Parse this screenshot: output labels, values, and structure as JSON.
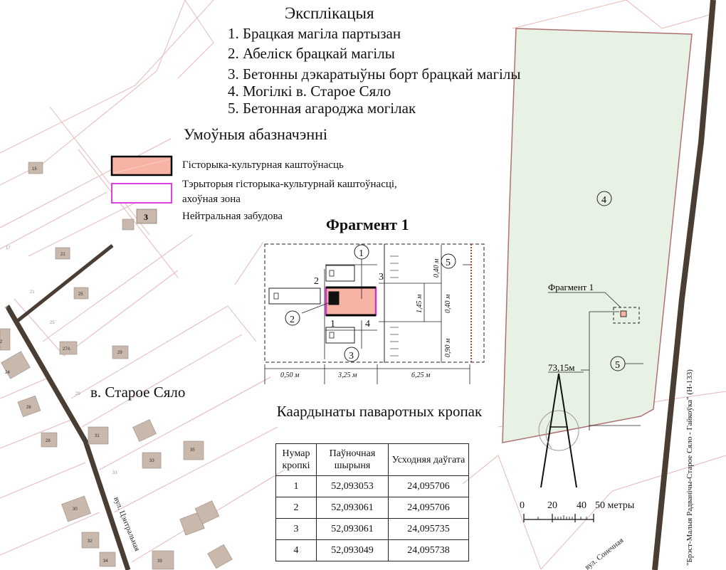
{
  "explication": {
    "title": "Эксплікацыя",
    "items": [
      "1.  Брацкая магіла партызан",
      "2.  Абеліск брацкай магілы",
      "3.  Бетонны дэкаратыўны борт брацкай магілы",
      "4.  Могілкі в. Старое Сяло",
      "5.  Бетонная агароджа могілак"
    ]
  },
  "legend": {
    "title": "Умоўныя абазначэнні",
    "items": [
      {
        "line1": "Гісторыка-культурная каштоўнасць",
        "line2": "",
        "color": "#f7b3a3",
        "border": "#000000"
      },
      {
        "line1": "Тэрыторыя гісторыка-культурнай каштоўнасці,",
        "line2": "ахоўная зона",
        "color": "#ffffff",
        "border": "#e040e0"
      },
      {
        "line1": "Нейтральная забудова",
        "line2": "",
        "color": "#c9b8ac",
        "border": "#8a7a70",
        "sample_label": "3"
      }
    ]
  },
  "fragment": {
    "title": "Фрагмент 1",
    "dims": [
      "0,50 м",
      "3,25 м",
      "6,25 м",
      "1,45 м",
      "0,40 м",
      "0,40 м",
      "0,90 м"
    ],
    "points": [
      "1",
      "2",
      "3",
      "4"
    ],
    "callouts": [
      "1",
      "2",
      "3",
      "5"
    ]
  },
  "coordinates": {
    "title": "Каардынаты паваротных кропак",
    "headers": [
      "Нумар кропкі",
      "Паўночная шырыня",
      "Усходняя даўгата"
    ],
    "rows": [
      [
        "1",
        "52,093053",
        "24,095706"
      ],
      [
        "2",
        "52,093061",
        "24,095706"
      ],
      [
        "3",
        "52,093061",
        "24,095735"
      ],
      [
        "4",
        "52,093049",
        "24,095738"
      ]
    ]
  },
  "map": {
    "village": "в. Старое Сяло",
    "fragment_label": "Фрагмент 1",
    "distance": "73,15м",
    "cemetery_callout": "4",
    "fence_callout": "5",
    "road_label": "\"Брэст-Малыя Радванічы-Старое Сяло - Гайкоўка\" (Н-133)",
    "street_central": "вул. Цэнтральная",
    "street_central_small": "вул. Цэнтральная",
    "street_sonechnaya": "вул. Сонечная",
    "house_numbers": [
      "15",
      "17",
      "21",
      "21",
      "25",
      "25",
      "27A",
      "29",
      "29",
      "26",
      "28",
      "31",
      "33",
      "33",
      "35",
      "30",
      "32",
      "34",
      "39",
      "2",
      "24"
    ],
    "cemetery_color": "#e8f2e4",
    "road_color": "#4a3d33"
  },
  "scale": {
    "ticks": [
      "0",
      "20",
      "40"
    ],
    "end": "50 метры"
  }
}
